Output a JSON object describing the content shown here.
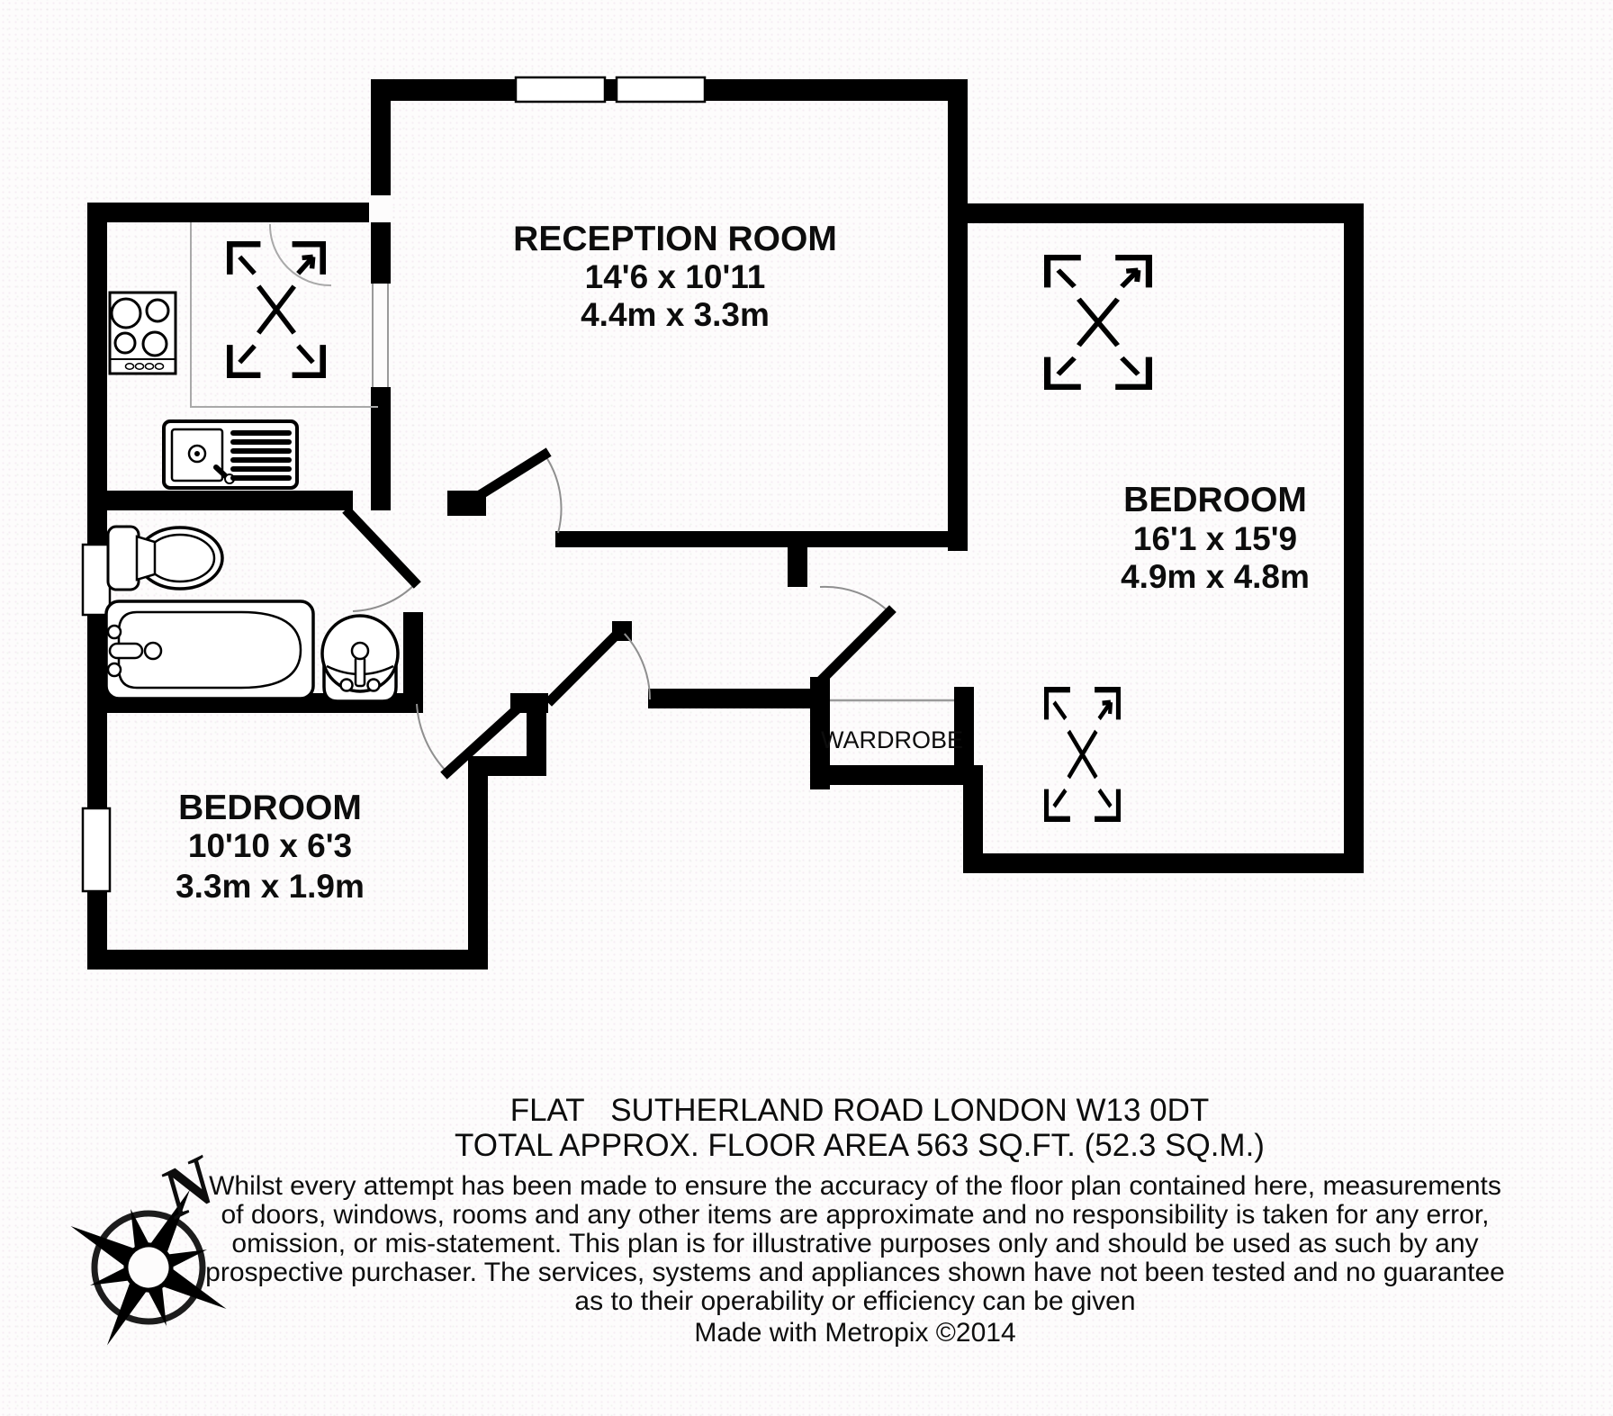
{
  "plan": {
    "rooms": {
      "reception": {
        "name": "RECEPTION ROOM",
        "imperial": "14'6 x 10'11",
        "metric": "4.4m x 3.3m"
      },
      "bedroom_main": {
        "name": "BEDROOM",
        "imperial": "16'1 x 15'9",
        "metric": "4.9m x 4.8m"
      },
      "bedroom_second": {
        "name": "BEDROOM",
        "imperial": "10'10 x 6'3",
        "metric": "3.3m x 1.9m"
      },
      "wardrobe": {
        "name": "WARDROBE"
      }
    },
    "compass": {
      "north_label": "N"
    }
  },
  "footer": {
    "title_line1": "FLAT   SUTHERLAND ROAD LONDON W13 0DT",
    "title_line2": "TOTAL APPROX. FLOOR AREA 563 SQ.FT. (52.3 SQ.M.)",
    "disclaimer_lines": [
      "Whilst every attempt has been made to ensure the accuracy of the floor plan contained here, measurements",
      "of doors, windows, rooms and any other items are approximate and no responsibility is taken for any error,",
      "omission, or mis-statement. This plan is for illustrative purposes only and should be used as such by any",
      "prospective purchaser. The services, systems and appliances shown have not been tested and no guarantee",
      "as to their operability or efficiency can be given"
    ],
    "credit": "Made with Metropix ©2014"
  },
  "colors": {
    "wall": "#000000",
    "door_arc": "#8f8f8f",
    "counter": "#a9a9a9",
    "text": "#0d0d0d"
  }
}
